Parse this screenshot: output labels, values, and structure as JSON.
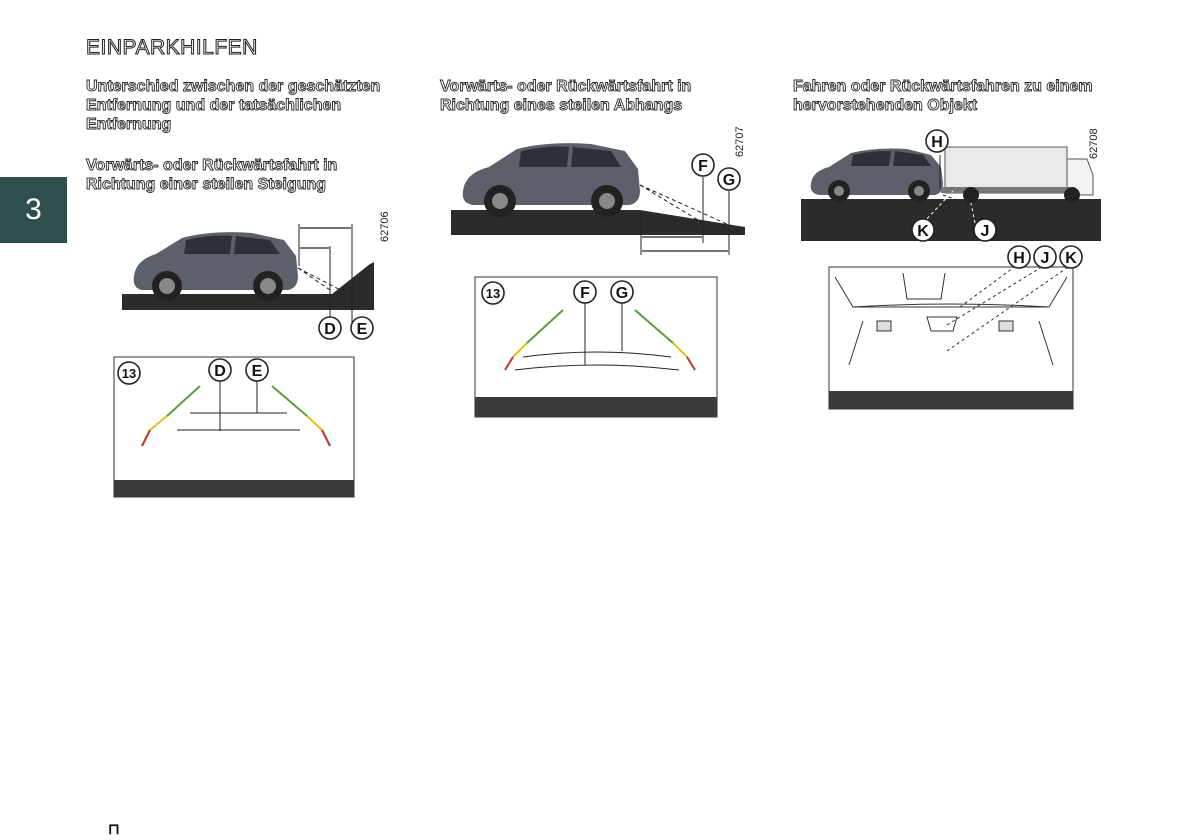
{
  "page": {
    "title": "EINPARKHILFEN",
    "chapter": "3",
    "page_number": "⊓"
  },
  "sections": [
    {
      "heading": "Unterschied zwischen der geschätzten Entfernung und der tatsächlichen Entfernung"
    },
    {
      "heading": "Vorwärts- oder Rückwärtsfahrt in Richtung einer steilen Steigung"
    },
    {
      "heading": "Vorwärts- oder Rückwärtsfahrt in Richtung eines steilen Abhangs"
    },
    {
      "heading": "Fahren oder Rückwärtsfahren zu einem hervorstehenden Objekt"
    }
  ],
  "figures": [
    {
      "code": "62706",
      "screen_badge": "13",
      "labels": [
        "D",
        "E"
      ]
    },
    {
      "code": "62707",
      "screen_badge": "13",
      "labels": [
        "F",
        "G"
      ]
    },
    {
      "code": "62708",
      "labels": [
        "H",
        "J",
        "K"
      ]
    }
  ],
  "colors": {
    "tab": "#2f4f4d",
    "ground": "#2b2b2b",
    "guide_green": "#5a9e3c",
    "guide_yellow": "#e0c021",
    "guide_red": "#c0352b"
  }
}
